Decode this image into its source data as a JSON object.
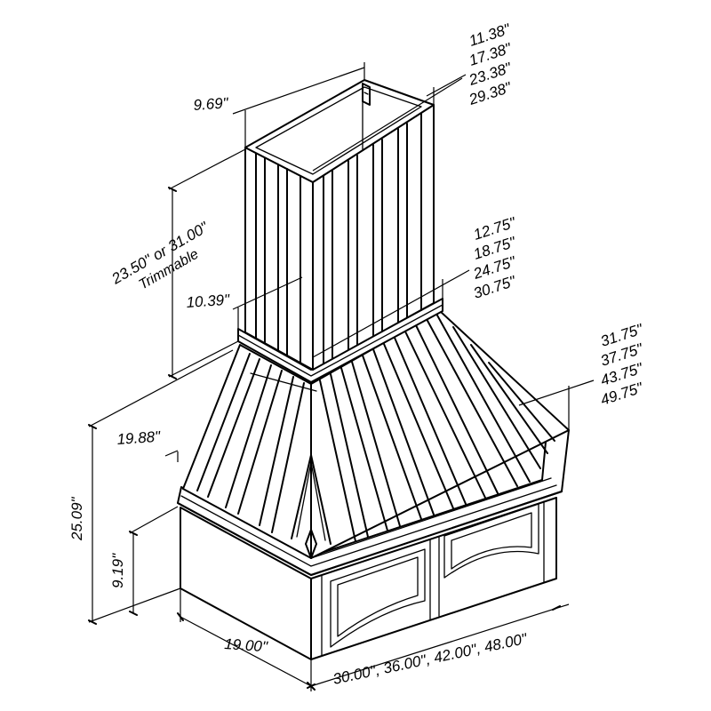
{
  "dimensions": {
    "chimney_top_depth": "9.69\"",
    "chimney_top_widths": [
      "11.38\"",
      "17.38\"",
      "23.38\"",
      "29.38\""
    ],
    "chimney_height_line1": "23.50\" or 31.00\"",
    "chimney_height_line2": "Trimmable",
    "chimney_base_depth": "10.39\"",
    "chimney_base_widths": [
      "12.75\"",
      "18.75\"",
      "24.75\"",
      "30.75\""
    ],
    "hood_top_widths": [
      "31.75\"",
      "37.75\"",
      "43.75\"",
      "49.75\""
    ],
    "hood_top_depth": "19.88\"",
    "hood_height": "25.09\"",
    "valance_height": "9.19\"",
    "bottom_depth": "19.00\"",
    "bottom_widths": "30.00\", 36.00\", 42.00\", 48.00\""
  }
}
